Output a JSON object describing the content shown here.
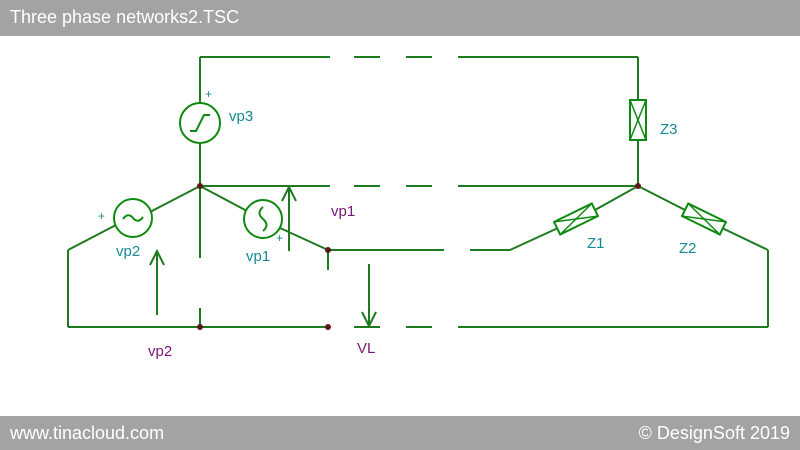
{
  "window": {
    "title": "Three phase networks2.TSC"
  },
  "footer": {
    "website": "www.tinacloud.com",
    "copyright": "© DesignSoft 2019"
  },
  "circuit": {
    "wire_color": "#1e7a1e",
    "source_color": "#0f8a0f",
    "node_color": "#5a1a1a",
    "label_teal": "#178a94",
    "label_purple": "#7a1677",
    "sources": [
      {
        "name": "vp3",
        "label": "vp3",
        "plus": "+"
      },
      {
        "name": "vp2",
        "label": "vp2",
        "plus": "+"
      },
      {
        "name": "vp1",
        "label": "vp1",
        "plus": "+"
      }
    ],
    "impedances": [
      {
        "name": "Z3",
        "label": "Z3"
      },
      {
        "name": "Z1",
        "label": "Z1"
      },
      {
        "name": "Z2",
        "label": "Z2"
      }
    ],
    "voltage_labels": {
      "vp1": "vp1",
      "vp2": "vp2",
      "VL": "VL"
    }
  }
}
